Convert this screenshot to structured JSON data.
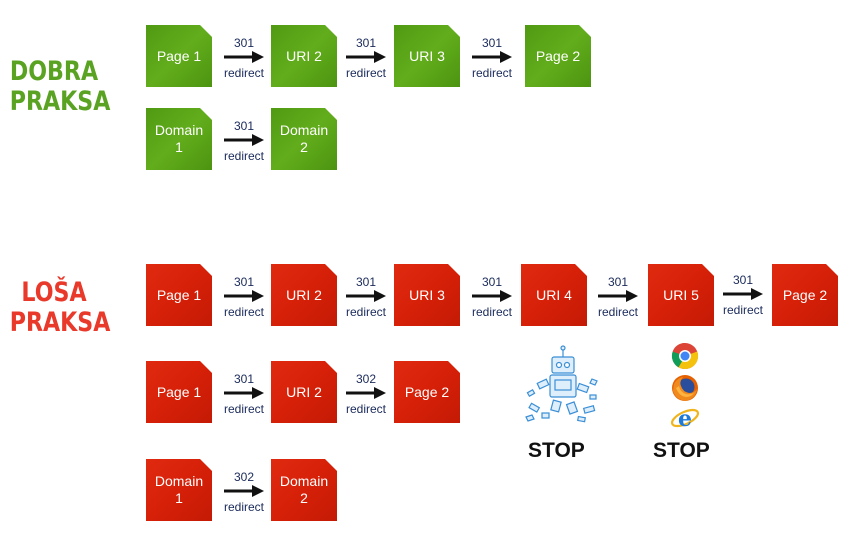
{
  "good": {
    "title_line1": "DOBRA",
    "title_line2": "PRAKSA",
    "row1": {
      "boxes": [
        "Page 1",
        "URI 2",
        "URI 3",
        "Page 2"
      ],
      "connectors": [
        {
          "code": "301",
          "label": "redirect"
        },
        {
          "code": "301",
          "label": "redirect"
        },
        {
          "code": "301",
          "label": "redirect"
        }
      ]
    },
    "row2": {
      "boxes": [
        "Domain\n1",
        "Domain\n2"
      ],
      "connectors": [
        {
          "code": "301",
          "label": "redirect"
        }
      ]
    }
  },
  "bad": {
    "title_line1": "LOŠA",
    "title_line2": "PRAKSA",
    "row1": {
      "boxes": [
        "Page 1",
        "URI 2",
        "URI 3",
        "URI 4",
        "URI 5",
        "Page 2"
      ],
      "connectors": [
        {
          "code": "301",
          "label": "redirect"
        },
        {
          "code": "301",
          "label": "redirect"
        },
        {
          "code": "301",
          "label": "redirect"
        },
        {
          "code": "301",
          "label": "redirect"
        },
        {
          "code": "301",
          "label": "redirect"
        }
      ]
    },
    "row2": {
      "boxes": [
        "Page 1",
        "URI 2",
        "Page 2"
      ],
      "connectors": [
        {
          "code": "301",
          "label": "redirect"
        },
        {
          "code": "302",
          "label": "redirect"
        }
      ]
    },
    "row3": {
      "boxes": [
        "Domain\n1",
        "Domain\n2"
      ],
      "connectors": [
        {
          "code": "302",
          "label": "redirect"
        }
      ]
    }
  },
  "stops": {
    "crawler": "STOP",
    "browsers": "STOP"
  },
  "colors": {
    "good": "#5aa322",
    "bad": "#e8392a"
  }
}
